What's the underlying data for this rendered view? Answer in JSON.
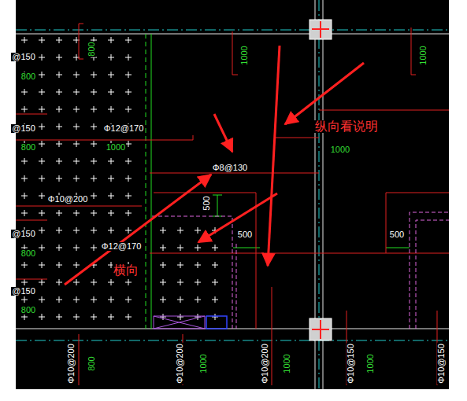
{
  "diagram": {
    "labels": [
      "@150",
      "800",
      "800",
      "1000",
      "1000",
      "@150",
      "Φ12@170",
      "800",
      "1000",
      "纵向看说明",
      "1000",
      "Φ8@130",
      "Φ10@200",
      "500",
      "500",
      "500",
      "@150",
      "Φ12@170",
      "800",
      "横向",
      "@150",
      "800",
      "Φ10@200",
      "800",
      "Φ10@200",
      "1000",
      "Φ10@200",
      "1000",
      "Φ10@150",
      "1000",
      "Φ10@150"
    ]
  }
}
